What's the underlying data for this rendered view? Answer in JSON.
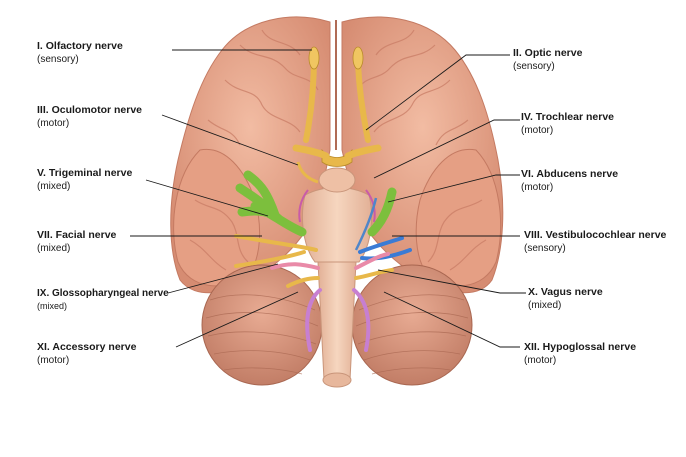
{
  "nerves": [
    {
      "id": "I",
      "name": "I. Olfactory nerve",
      "type": "(sensory)",
      "color": "#e8b84a"
    },
    {
      "id": "II",
      "name": "II. Optic nerve",
      "type": "(sensory)",
      "color": "#e8b84a"
    },
    {
      "id": "III",
      "name": "III. Oculomotor nerve",
      "type": "(motor)",
      "color": "#e8b84a"
    },
    {
      "id": "IV",
      "name": "IV. Trochlear nerve",
      "type": "(motor)",
      "color": "#c95ba8"
    },
    {
      "id": "V",
      "name": "V. Trigeminal nerve",
      "type": "(mixed)",
      "color": "#7cbf3d"
    },
    {
      "id": "VI",
      "name": "VI. Abducens nerve",
      "type": "(motor)",
      "color": "#4f86c9"
    },
    {
      "id": "VII",
      "name": "VII.  Facial nerve",
      "type": "(mixed)",
      "color": "#e8b84a"
    },
    {
      "id": "VIII",
      "name": "VIII. Vestibulocochlear nerve",
      "type": "(sensory)",
      "color": "#3a7bd5"
    },
    {
      "id": "IX",
      "name": "IX. Glossopharyngeal nerve",
      "type": "(mixed)",
      "color": "#e98aa8"
    },
    {
      "id": "X",
      "name": "X. Vagus nerve",
      "type": "(mixed)",
      "color": "#e8b84a"
    },
    {
      "id": "XI",
      "name": "XI. Accessory nerve",
      "type": "(motor)",
      "color": "#c77fd1"
    },
    {
      "id": "XII",
      "name": "XII. Hypoglossal nerve",
      "type": "(motor)",
      "color": "#c77fd1"
    }
  ],
  "colors": {
    "cortex": "#e9a98c",
    "cortex_dark": "#c97d66",
    "cerebellum": "#d99880",
    "brainstem": "#f0c9ad",
    "leader": "#1a1a1a"
  }
}
